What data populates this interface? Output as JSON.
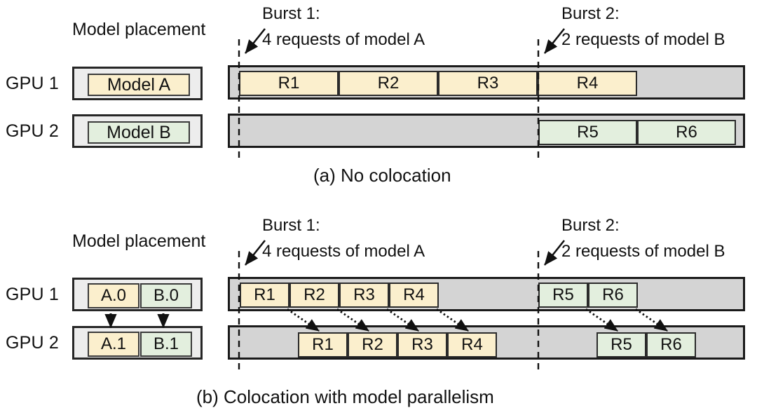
{
  "figure": {
    "panels": [
      {
        "id": "a",
        "caption": "(a) No colocation",
        "placement_title": "Model placement",
        "rows": [
          {
            "gpu_label": "GPU 1",
            "chips": [
              {
                "label": "Model A",
                "color": "yellow"
              }
            ]
          },
          {
            "gpu_label": "GPU 2",
            "chips": [
              {
                "label": "Model B",
                "color": "green"
              }
            ]
          }
        ],
        "bursts": [
          {
            "title": "Burst 1:",
            "detail": "4 requests of model A"
          },
          {
            "title": "Burst 2:",
            "detail": "2 requests of model B"
          }
        ],
        "timeline": [
          {
            "gpu": "GPU 1",
            "blocks": [
              {
                "label": "R1",
                "color": "yellow"
              },
              {
                "label": "R2",
                "color": "yellow"
              },
              {
                "label": "R3",
                "color": "yellow"
              },
              {
                "label": "R4",
                "color": "yellow"
              }
            ]
          },
          {
            "gpu": "GPU 2",
            "blocks": [
              {
                "label": "R5",
                "color": "green"
              },
              {
                "label": "R6",
                "color": "green"
              }
            ]
          }
        ]
      },
      {
        "id": "b",
        "caption": "(b) Colocation with model parallelism",
        "placement_title": "Model placement",
        "rows": [
          {
            "gpu_label": "GPU 1",
            "chips": [
              {
                "label": "A.0",
                "color": "yellow"
              },
              {
                "label": "B.0",
                "color": "green"
              }
            ]
          },
          {
            "gpu_label": "GPU 2",
            "chips": [
              {
                "label": "A.1",
                "color": "yellow"
              },
              {
                "label": "B.1",
                "color": "green"
              }
            ]
          }
        ],
        "bursts": [
          {
            "title": "Burst 1:",
            "detail": "4 requests of model A"
          },
          {
            "title": "Burst 2:",
            "detail": "2 requests of model B"
          }
        ],
        "timeline": [
          {
            "gpu": "GPU 1",
            "blocks": [
              {
                "label": "R1",
                "color": "yellow"
              },
              {
                "label": "R2",
                "color": "yellow"
              },
              {
                "label": "R3",
                "color": "yellow"
              },
              {
                "label": "R4",
                "color": "yellow"
              },
              {
                "label": "R5",
                "color": "green"
              },
              {
                "label": "R6",
                "color": "green"
              }
            ]
          },
          {
            "gpu": "GPU 2",
            "blocks": [
              {
                "label": "R1",
                "color": "yellow"
              },
              {
                "label": "R2",
                "color": "yellow"
              },
              {
                "label": "R3",
                "color": "yellow"
              },
              {
                "label": "R4",
                "color": "yellow"
              },
              {
                "label": "R5",
                "color": "green"
              },
              {
                "label": "R6",
                "color": "green"
              }
            ]
          }
        ]
      }
    ],
    "colors": {
      "model_a": "#fbefcd",
      "model_b": "#e3efde",
      "idle_bar": "#d4d4d4",
      "placement_box": "#ededed",
      "outline": "#1a1a1a",
      "text": "#111111"
    }
  }
}
